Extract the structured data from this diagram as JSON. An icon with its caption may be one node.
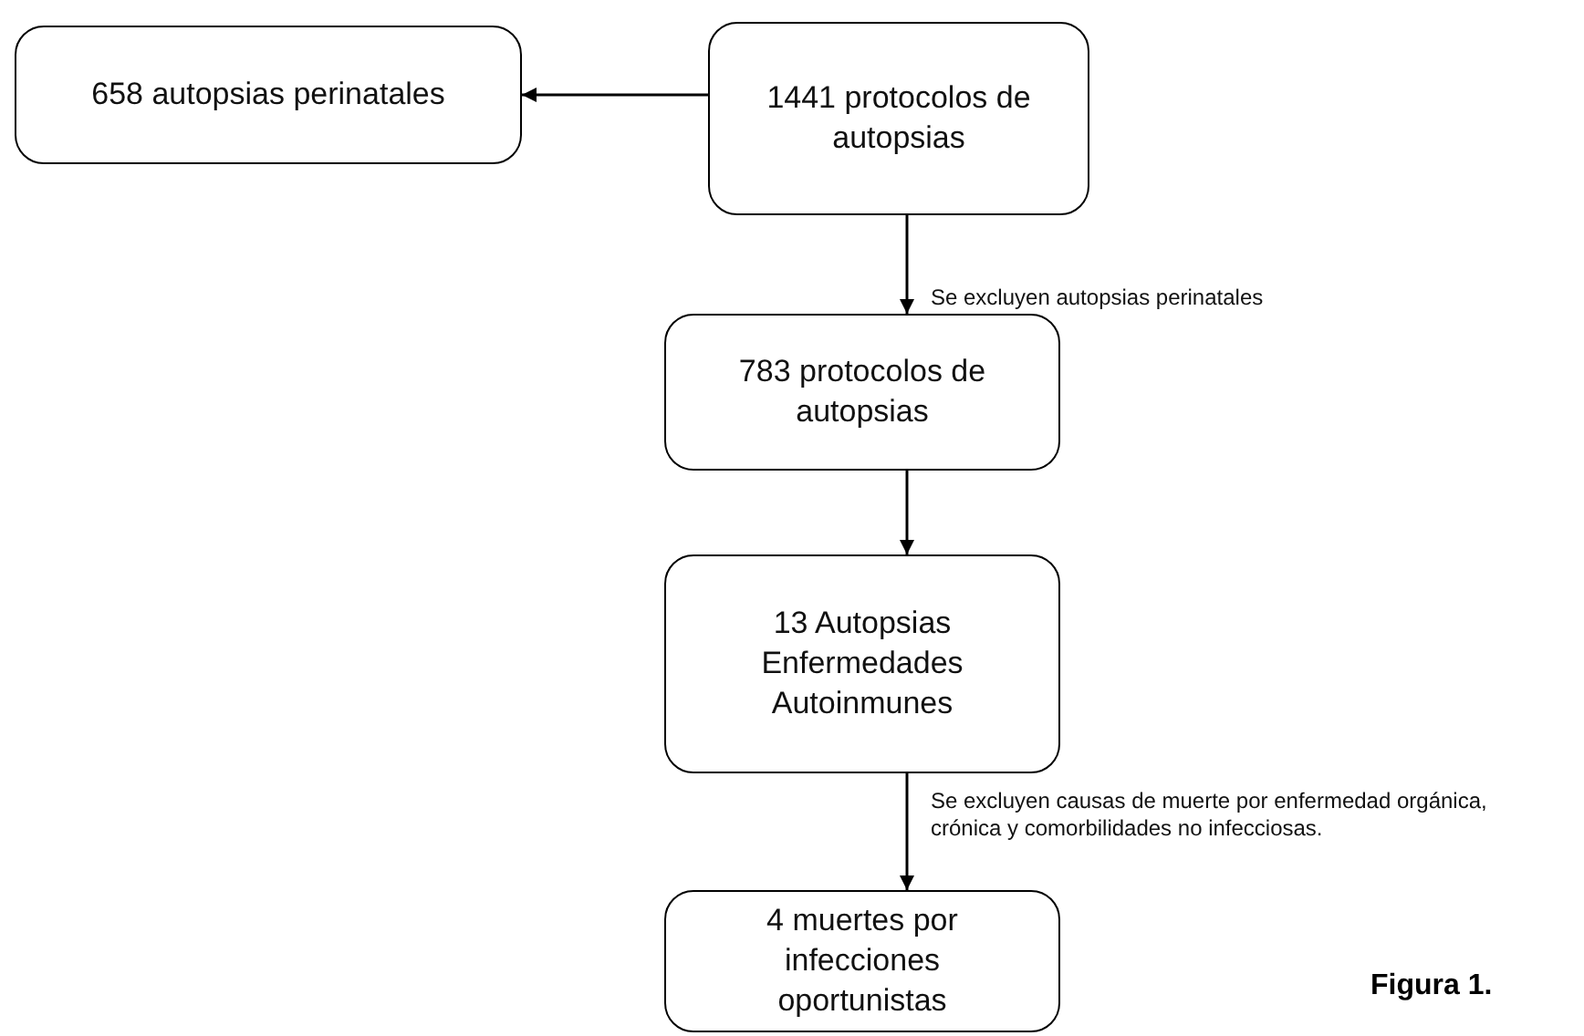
{
  "diagram": {
    "nodes": [
      {
        "text": [
          "1441 protocolos de autopsias"
        ]
      },
      {
        "text": [
          "658 autopsias perinatales"
        ]
      },
      {
        "text": [
          "783 protocolos de autopsias"
        ]
      },
      {
        "text": [
          "13 Autopsias Enfermedades Autoinmunes"
        ]
      },
      {
        "text": [
          "4 muertes por infecciones oportunistas"
        ]
      }
    ],
    "edges": [
      {
        "from": 0,
        "to": 1,
        "arrow": "to"
      },
      {
        "from": 0,
        "to": 2,
        "arrow": "to",
        "label": "Se excluyen autopsias perinatales"
      },
      {
        "from": 2,
        "to": 3,
        "arrow": "to"
      },
      {
        "from": 3,
        "to": 4,
        "arrow": "to",
        "label": "Se excluyen causas de muerte por enfermedad orgánica, crónica y comorbilidades no infecciosas."
      }
    ],
    "labels": [
      "Figura 1."
    ]
  }
}
